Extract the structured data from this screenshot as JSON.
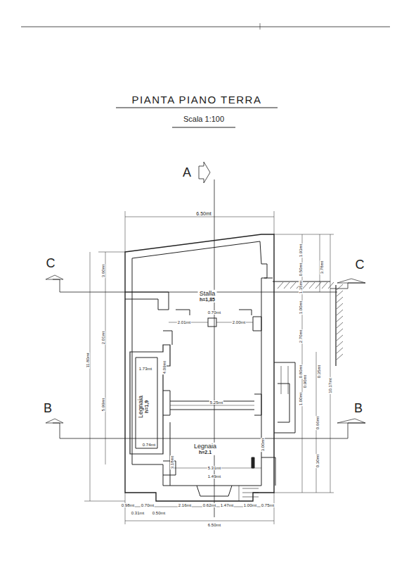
{
  "diagram": {
    "title": "PIANTA PIANO TERRA",
    "caption": "Scala 1:100",
    "nodes": [
      {
        "text": [
          "Stalla",
          "h=1,85"
        ]
      },
      {
        "text": [
          "Legnaia",
          "h=1,9"
        ]
      },
      {
        "text": [
          "Legnaia",
          "h=2.1"
        ]
      }
    ],
    "edges": [],
    "labels": [
      "A",
      "C",
      "C",
      "B",
      "B",
      "6.50mt",
      "1.93mt",
      "3.78mt",
      "0.50mt",
      "1.35mt",
      "1.00mt",
      "2.70mt",
      "0.80mt",
      "0.35mt",
      "1.00mt",
      "0.90mt",
      "0.66mt",
      "10.17mt",
      "0.30mt",
      "3.00mt",
      "3.60mt",
      "2.01mt",
      "11.80mt",
      "5.99mt",
      "0.70mt",
      "2.01mt",
      "2.00mt",
      "1.73mt",
      "4.09mt",
      "5.25mt",
      "0.74mt",
      "3.18mt",
      "5.31mt",
      "1.49mt",
      "0.98mt",
      "0.70mt",
      "2.16mt",
      "0.62mt",
      "1.47mt",
      "1.00mt",
      "0.75mt",
      "0.31mt",
      "0.50mt",
      "6.50mt"
    ]
  }
}
